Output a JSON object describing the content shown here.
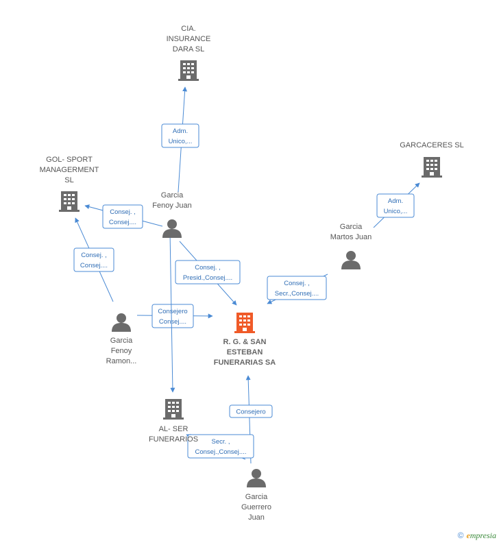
{
  "colors": {
    "edge": "#4a8ad4",
    "building": "#6b6b6b",
    "main_building": "#f05a28",
    "person": "#6b6b6b"
  },
  "nodes": [
    {
      "id": "cia",
      "type": "company",
      "lines": [
        "CIA.",
        "INSURANCE",
        "DARA SL"
      ]
    },
    {
      "id": "gol",
      "type": "company",
      "lines": [
        "GOL- SPORT",
        "MANAGERMENT",
        "SL"
      ]
    },
    {
      "id": "garcaceres",
      "type": "company",
      "lines": [
        "GARCACERES SL"
      ]
    },
    {
      "id": "main",
      "type": "main",
      "lines": [
        "R. G. & SAN",
        "ESTEBAN",
        "FUNERARIAS SA"
      ]
    },
    {
      "id": "alser",
      "type": "company",
      "lines": [
        "AL- SER",
        "FUNERARIOS"
      ]
    },
    {
      "id": "fenoyjuan",
      "type": "person",
      "lines": [
        "Garcia",
        "Fenoy Juan"
      ]
    },
    {
      "id": "martos",
      "type": "person",
      "lines": [
        "Garcia",
        "Martos Juan"
      ]
    },
    {
      "id": "ramon",
      "type": "person",
      "lines": [
        "Garcia",
        "Fenoy",
        "Ramon..."
      ]
    },
    {
      "id": "guerrero",
      "type": "person",
      "lines": [
        "Garcia",
        "Guerrero",
        "Juan"
      ]
    }
  ],
  "edges": [
    {
      "id": "e1",
      "lines": [
        "Adm.",
        "Unico,..."
      ]
    },
    {
      "id": "e2",
      "lines": [
        "Consej. ,",
        "Consej...."
      ]
    },
    {
      "id": "e3",
      "lines": [
        "Consej. ,",
        "Consej...."
      ]
    },
    {
      "id": "e4",
      "lines": [
        "Consej. ,",
        "Presid.,Consej...."
      ]
    },
    {
      "id": "e5",
      "lines": [
        "Consejero",
        "Consej...."
      ]
    },
    {
      "id": "e6",
      "lines": [
        "Adm.",
        "Unico,..."
      ]
    },
    {
      "id": "e7",
      "lines": [
        "Consej. ,",
        "Secr.,Consej...."
      ]
    },
    {
      "id": "e8",
      "lines": [
        "Consejero"
      ]
    },
    {
      "id": "e9",
      "lines": [
        "Secr. ,",
        "Consej.,Consej...."
      ]
    }
  ],
  "footer": {
    "copyright": "©",
    "brand_e": "e",
    "brand_rest": "mpresia"
  }
}
